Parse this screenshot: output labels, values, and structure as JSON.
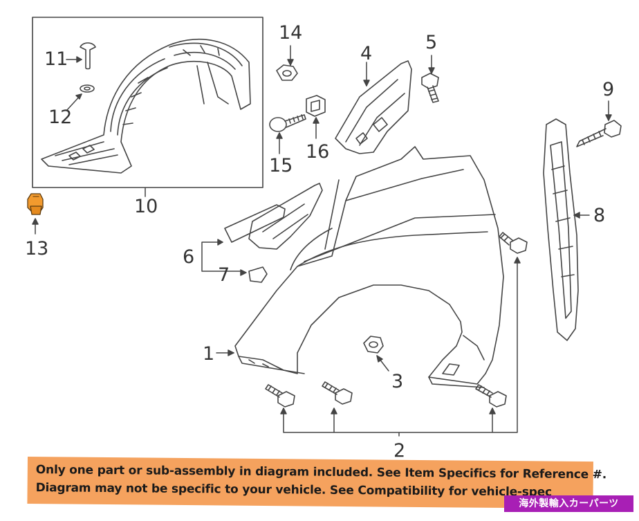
{
  "callouts": {
    "c1": "1",
    "c2": "2",
    "c3": "3",
    "c4": "4",
    "c5": "5",
    "c6": "6",
    "c7": "7",
    "c8": "8",
    "c9": "9",
    "c10": "10",
    "c11": "11",
    "c12": "12",
    "c13": "13",
    "c14": "14",
    "c15": "15",
    "c16": "16"
  },
  "banner": {
    "line1": "Only one part or sub-assembly in diagram included. See Item Specifics for Reference #.",
    "line2": "Diagram may not be specific to your vehicle. See Compatibility for vehicle-spec",
    "badge": "海外製輸入カーパーツ"
  },
  "colors": {
    "line": "#444444",
    "highlight_part": "#f29a2e",
    "banner": "#f5a25e",
    "badge": "#a81fb5"
  }
}
